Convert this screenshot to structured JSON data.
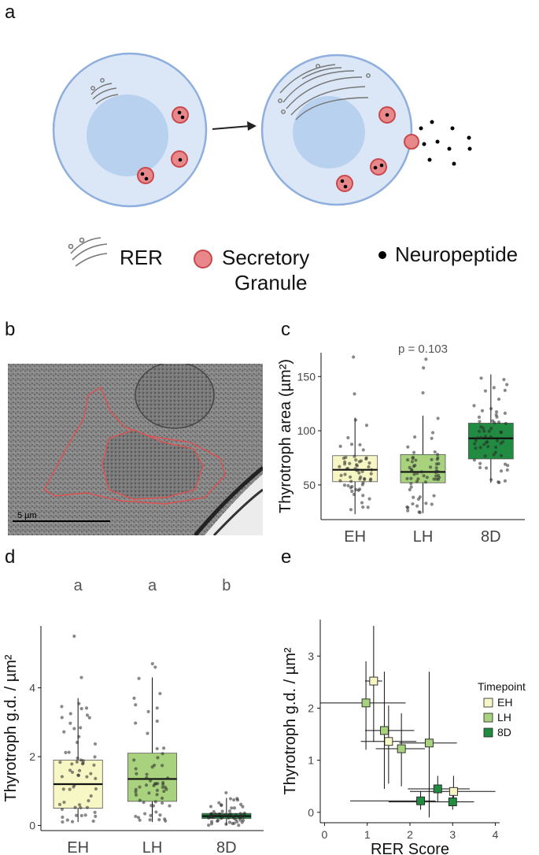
{
  "panels": {
    "a": "a",
    "b": "b",
    "c": "c",
    "d": "d",
    "e": "e"
  },
  "legend_a": {
    "rer": "RER",
    "granule_line1": "Secretory",
    "granule_line2": "Granule",
    "neuropeptide": "Neuropeptide"
  },
  "micrograph": {
    "scale_label": "5 µm"
  },
  "colors": {
    "EH": "#f7f7c6",
    "LH": "#a9d27f",
    "8D": "#228b42",
    "cell_fill": "#dbe7f6",
    "cell_stroke": "#8eaedd",
    "nucleus": "#b7d1ee",
    "granule": "#e8888a",
    "granule_stroke": "#c8484c"
  },
  "chart_data": [
    {
      "id": "c",
      "type": "boxplot",
      "ylabel": "Thyrotroph area (µm²)",
      "annotation": "p = 0.103",
      "categories": [
        "EH",
        "LH",
        "8D"
      ],
      "yticks": [
        50,
        100,
        150
      ],
      "ylim": [
        18,
        172
      ],
      "boxes": [
        {
          "category": "EH",
          "whisker_low": 23,
          "q1": 53,
          "median": 64,
          "q3": 77,
          "whisker_high": 112,
          "outliers": [
            134,
            168
          ]
        },
        {
          "category": "LH",
          "whisker_low": 24,
          "q1": 52,
          "median": 62,
          "q3": 78,
          "whisker_high": 114,
          "outliers": [
            135,
            158,
            166
          ]
        },
        {
          "category": "8D",
          "whisker_low": 52,
          "q1": 74,
          "median": 93,
          "q3": 107,
          "whisker_high": 152,
          "outliers": []
        }
      ]
    },
    {
      "id": "d",
      "type": "boxplot",
      "ylabel": "Thyrotroph g.d. / µm²",
      "categories": [
        "EH",
        "LH",
        "8D"
      ],
      "group_letters": [
        "a",
        "a",
        "b"
      ],
      "yticks": [
        0,
        2,
        4
      ],
      "ylim": [
        -0.15,
        5.8
      ],
      "boxes": [
        {
          "category": "EH",
          "whisker_low": 0.1,
          "q1": 0.5,
          "median": 1.2,
          "q3": 1.9,
          "whisker_high": 3.7,
          "outliers": [
            4.3,
            5.5
          ]
        },
        {
          "category": "LH",
          "whisker_low": 0.1,
          "q1": 0.7,
          "median": 1.35,
          "q3": 2.1,
          "whisker_high": 4.3,
          "outliers": [
            4.7,
            4.6
          ]
        },
        {
          "category": "8D",
          "whisker_low": 0.0,
          "q1": 0.2,
          "median": 0.27,
          "q3": 0.35,
          "whisker_high": 0.8,
          "outliers": [
            0.95
          ]
        }
      ]
    },
    {
      "id": "e",
      "type": "scatter",
      "xlabel": "RER Score",
      "ylabel": "Thyrotroph g.d. / µm²",
      "xlim": [
        -0.1,
        4.1
      ],
      "ylim": [
        -0.2,
        3.7
      ],
      "xticks": [
        0,
        1,
        2,
        3,
        4
      ],
      "yticks": [
        0,
        1,
        2,
        3
      ],
      "legend_title": "Timepoint",
      "legend": [
        "EH",
        "LH",
        "8D"
      ],
      "points": [
        {
          "group": "EH",
          "x": 1.15,
          "y": 2.52,
          "xerr": [
            0.95,
            1.35
          ],
          "yerr": [
            1.35,
            3.58
          ]
        },
        {
          "group": "EH",
          "x": 1.5,
          "y": 1.36,
          "xerr": [
            0.85,
            2.15
          ],
          "yerr": [
            0.55,
            2.05
          ]
        },
        {
          "group": "EH",
          "x": 3.02,
          "y": 0.4,
          "xerr": [
            2.0,
            4.0
          ],
          "yerr": [
            0.15,
            0.7
          ]
        },
        {
          "group": "LH",
          "x": 0.97,
          "y": 2.1,
          "xerr": [
            -0.1,
            1.9
          ],
          "yerr": [
            1.2,
            2.9
          ]
        },
        {
          "group": "LH",
          "x": 1.4,
          "y": 1.57,
          "xerr": [
            0.95,
            2.1
          ],
          "yerr": [
            0.45,
            2.7
          ]
        },
        {
          "group": "LH",
          "x": 1.8,
          "y": 1.22,
          "xerr": [
            1.2,
            2.35
          ],
          "yerr": [
            0.5,
            1.9
          ]
        },
        {
          "group": "LH",
          "x": 2.45,
          "y": 1.33,
          "xerr": [
            1.75,
            3.1
          ],
          "yerr": [
            -0.1,
            2.7
          ]
        },
        {
          "group": "8D",
          "x": 2.65,
          "y": 0.45,
          "xerr": [
            1.95,
            3.4
          ],
          "yerr": [
            0.2,
            0.7
          ]
        },
        {
          "group": "8D",
          "x": 2.25,
          "y": 0.22,
          "xerr": [
            0.6,
            2.6
          ],
          "yerr": [
            0.05,
            0.4
          ]
        },
        {
          "group": "8D",
          "x": 3.0,
          "y": 0.2,
          "xerr": [
            1.5,
            3.5
          ],
          "yerr": [
            0.05,
            0.45
          ]
        }
      ]
    }
  ]
}
